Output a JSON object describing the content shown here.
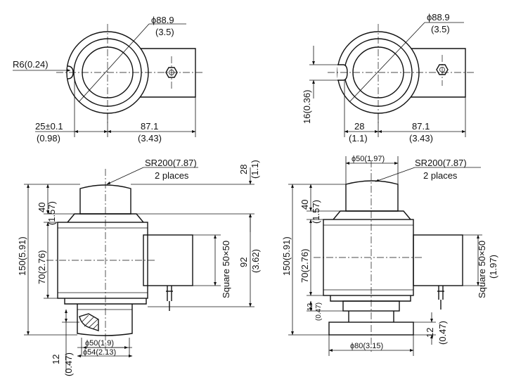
{
  "colors": {
    "line": "#111111",
    "background": "#ffffff"
  },
  "top_left": {
    "dia": "ϕ88.9",
    "dia_in": "(3.5)",
    "radius": "R6(0.24)",
    "dim_a": "25±0.1",
    "dim_a_in": "(0.98)",
    "dim_b": "87.1",
    "dim_b_in": "(3.43)"
  },
  "top_right": {
    "dia": "ϕ88.9",
    "dia_in": "(3.5)",
    "slot_h": "16(0.36)",
    "dim_a": "28",
    "dim_a_in": "(1.1)",
    "dim_b": "87.1",
    "dim_b_in": "(3.43)"
  },
  "front_left": {
    "sr": "SR200(7.87)",
    "places": "2 places",
    "top_gap": "28",
    "top_gap_in": "(1.1)",
    "cap_h": "40",
    "cap_h_in": "(1.57)",
    "total_h": "150(5.91)",
    "body_h": "70(2.76)",
    "square": "Square 50×50",
    "side_h": "92",
    "side_h_in": "(3.62)",
    "bottom": "12",
    "bottom_in": "(0.47)",
    "dia50": "ϕ50(1.9)",
    "dia54": "ϕ54(2.13)"
  },
  "front_right": {
    "dia50": "ϕ50(1.97)",
    "sr": "SR200(7.87)",
    "places": "2 places",
    "cap_h": "40",
    "cap_h_in": "(1.57)",
    "total_h": "150(5.91)",
    "body_h": "70(2.76)",
    "square": "Square 50×50",
    "square_in": "(1.97)",
    "step": "12",
    "step_in": "(0.47)",
    "base": "12",
    "base_in": "(0.47)",
    "dia80": "ϕ80(3.15)"
  }
}
